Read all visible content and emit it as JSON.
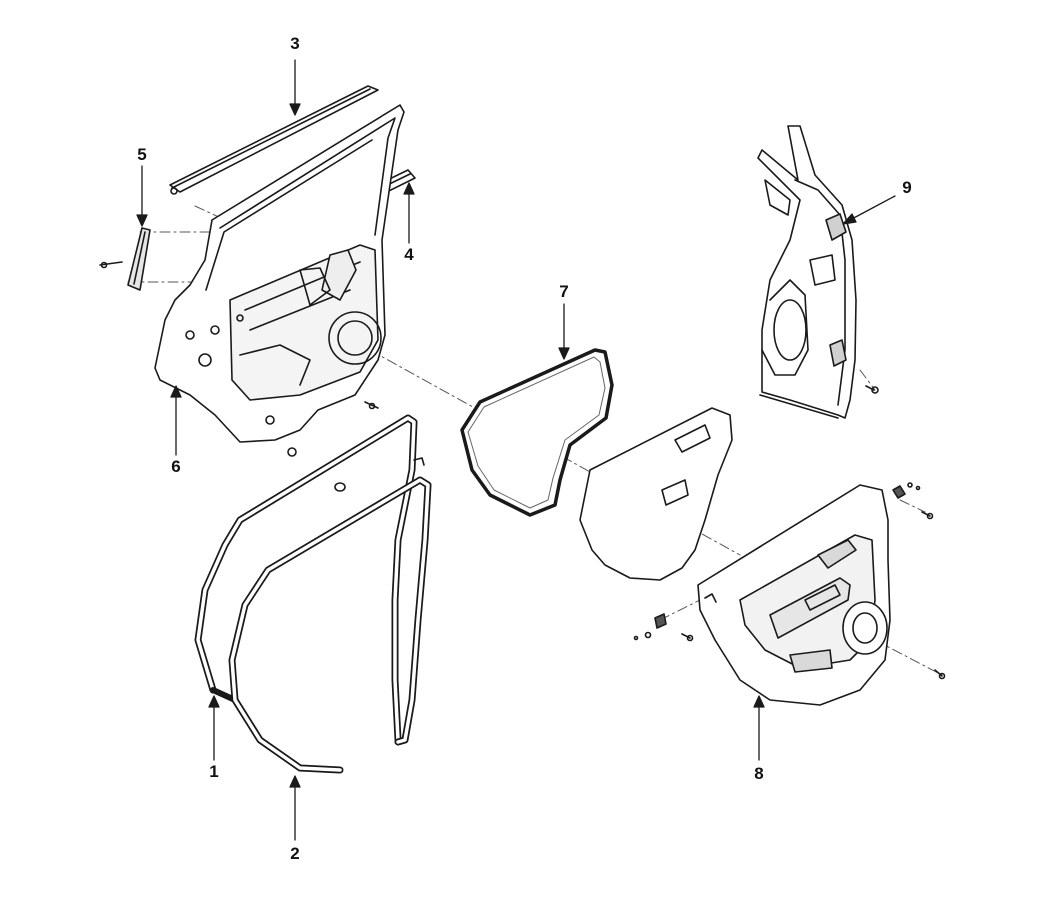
{
  "callouts": {
    "c1": "1",
    "c2": "2",
    "c3": "3",
    "c4": "4",
    "c5": "5",
    "c6": "6",
    "c7": "7",
    "c8": "8",
    "c9": "9"
  },
  "colors": {
    "line": "#1a1a1a",
    "panel": "#ffffff",
    "shade": "#d9d9d9"
  }
}
